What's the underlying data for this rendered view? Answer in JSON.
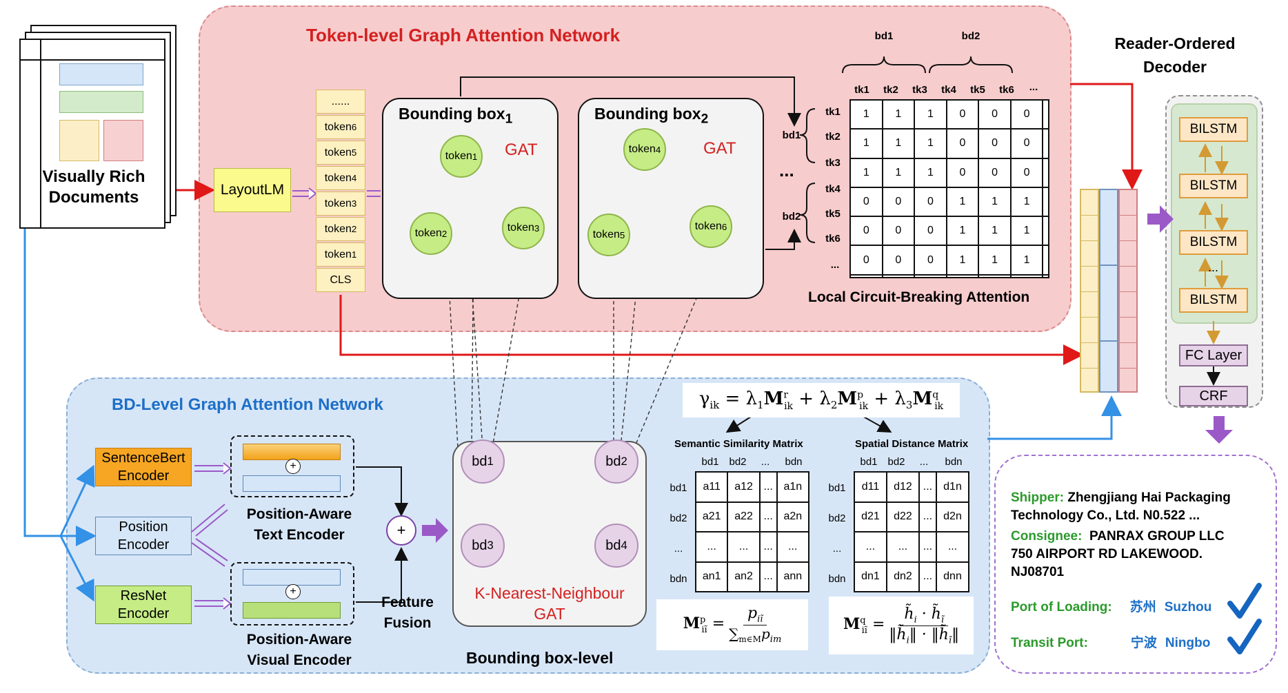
{
  "colors": {
    "red_arrow": "#e01818",
    "blue_arrow": "#3391e6",
    "purple_arrow": "#9b59c8",
    "title_red": "#d42020",
    "title_blue": "#1d6fc7",
    "check_blue": "#1565c0",
    "field_green": "#2b9a2b"
  },
  "documents": {
    "line1": "Visually Rich",
    "line2": "Documents"
  },
  "layoutlm": "LayoutLM",
  "token_panel": {
    "title": "Token-level Graph Attention Network",
    "tokens": [
      {
        "base": "......",
        "sub": ""
      },
      {
        "base": "token",
        "sub": "6"
      },
      {
        "base": "token",
        "sub": "5"
      },
      {
        "base": "token",
        "sub": "4"
      },
      {
        "base": "token",
        "sub": "3"
      },
      {
        "base": "token",
        "sub": "2"
      },
      {
        "base": "token",
        "sub": "1"
      },
      {
        "base": "CLS",
        "sub": ""
      }
    ],
    "bbox1": {
      "title": "Bounding box",
      "sub": "1",
      "gat": "GAT",
      "nodes": [
        {
          "base": "token",
          "sub": "1"
        },
        {
          "base": "token",
          "sub": "2"
        },
        {
          "base": "token",
          "sub": "3"
        }
      ]
    },
    "bbox2": {
      "title": "Bounding box",
      "sub": "2",
      "gat": "GAT",
      "nodes": [
        {
          "base": "token",
          "sub": "4"
        },
        {
          "base": "token",
          "sub": "5"
        },
        {
          "base": "token",
          "sub": "6"
        }
      ]
    },
    "ellipsis": "...",
    "matrix": {
      "group_labels": [
        "bd1",
        "bd2"
      ],
      "col_headers": [
        "tk1",
        "tk2",
        "tk3",
        "tk4",
        "tk5",
        "tk6",
        "..."
      ],
      "row_headers": [
        "tk1",
        "tk2",
        "tk3",
        "tk4",
        "tk5",
        "tk6",
        "..."
      ],
      "row_groups": [
        "bd1",
        "bd2"
      ],
      "rows": [
        [
          "1",
          "1",
          "1",
          "0",
          "0",
          "0",
          ""
        ],
        [
          "1",
          "1",
          "1",
          "0",
          "0",
          "0",
          ""
        ],
        [
          "1",
          "1",
          "1",
          "0",
          "0",
          "0",
          ""
        ],
        [
          "0",
          "0",
          "0",
          "1",
          "1",
          "1",
          ""
        ],
        [
          "0",
          "0",
          "0",
          "1",
          "1",
          "1",
          ""
        ],
        [
          "0",
          "0",
          "0",
          "1",
          "1",
          "1",
          ""
        ],
        [
          "",
          "",
          "",
          "",
          "",
          "",
          ""
        ]
      ],
      "caption": "Local Circuit-Breaking Attention"
    }
  },
  "decoder": {
    "title_line1": "Reader-Ordered",
    "title_line2": "Decoder",
    "bilstm": [
      "BILSTM",
      "BILSTM",
      "BILSTM",
      "BILSTM"
    ],
    "ellipsis": "...",
    "fc": "FC Layer",
    "crf": "CRF"
  },
  "bd_panel": {
    "title": "BD-Level Graph Attention Network",
    "encoders": {
      "sentencebert": [
        "SentenceBert",
        "Encoder"
      ],
      "position": [
        "Position",
        "Encoder"
      ],
      "resnet": [
        "ResNet",
        "Encoder"
      ]
    },
    "plus": "+",
    "text_encoder": [
      "Position-Aware",
      "Text Encoder"
    ],
    "visual_encoder": [
      "Position-Aware",
      "Visual Encoder"
    ],
    "fusion": [
      "Feature",
      "Fusion"
    ],
    "knn": {
      "nodes": [
        {
          "base": "bd",
          "sub": "1"
        },
        {
          "base": "bd",
          "sub": "2"
        },
        {
          "base": "bd",
          "sub": "3"
        },
        {
          "base": "bd",
          "sub": "4"
        }
      ],
      "label_line1": "K-Nearest-Neighbour",
      "label_line2": "GAT"
    },
    "caption": "Bounding box-level",
    "semantic": {
      "title": "Semantic Similarity Matrix",
      "col_headers": [
        "bd1",
        "bd2",
        "...",
        "bdn"
      ],
      "row_headers": [
        "bd1",
        "bd2",
        "...",
        "bdn"
      ],
      "rows": [
        [
          "a11",
          "a12",
          "...",
          "a1n"
        ],
        [
          "a21",
          "a22",
          "...",
          "a2n"
        ],
        [
          "...",
          "...",
          "...",
          "..."
        ],
        [
          "an1",
          "an2",
          "...",
          "ann"
        ]
      ]
    },
    "spatial": {
      "title": "Spatial Distance Matrix",
      "col_headers": [
        "bd1",
        "bd2",
        "...",
        "bdn"
      ],
      "row_headers": [
        "bd1",
        "bd2",
        "...",
        "bdn"
      ],
      "rows": [
        [
          "d11",
          "d12",
          "...",
          "d1n"
        ],
        [
          "d21",
          "d22",
          "...",
          "d2n"
        ],
        [
          "...",
          "...",
          "...",
          "..."
        ],
        [
          "dn1",
          "dn2",
          "...",
          "dnn"
        ]
      ]
    }
  },
  "output": {
    "shipper_label": "Shipper",
    "shipper_value_1": "Zhengjiang Hai Packaging",
    "shipper_value_2": "Technology Co., Ltd. N0.522 ...",
    "consignee_label": "Consignee:",
    "consignee_value_1": "PANRAX GROUP LLC",
    "consignee_value_2": "750 AIRPORT RD LAKEWOOD.",
    "consignee_value_3": "NJ08701",
    "loading_label": "Port of Loading:",
    "loading_cn": "苏州",
    "loading_en": "Suzhou",
    "transit_label": "Transit Port:",
    "transit_cn": "宁波",
    "transit_en": "Ningbo"
  }
}
